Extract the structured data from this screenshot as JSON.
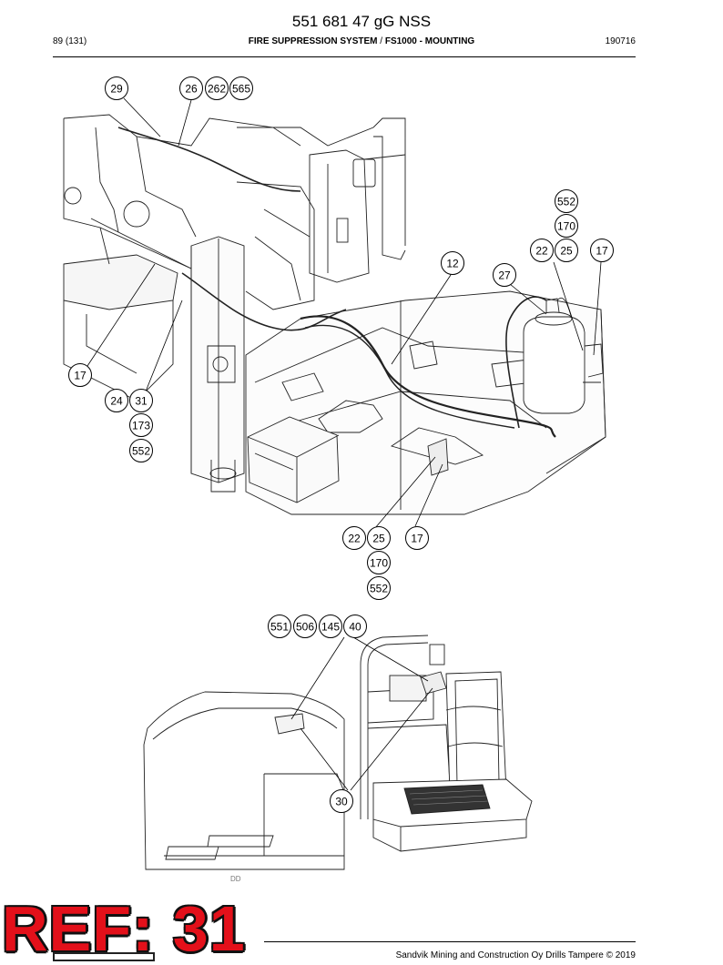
{
  "header": {
    "doc_number": "551 681 47 gG NSS",
    "page": "89 (131)",
    "section": "FIRE SUPPRESSION SYSTEM",
    "separator": " / ",
    "subsection": "FS1000 - MOUNTING",
    "date": "190716"
  },
  "callouts": [
    "29",
    "26",
    "262",
    "565",
    "552",
    "170",
    "22",
    "25",
    "17",
    "12",
    "27",
    "17",
    "24",
    "31",
    "173",
    "552",
    "22",
    "25",
    "17",
    "170",
    "552",
    "551",
    "506",
    "145",
    "40",
    "30"
  ],
  "drawing_label": "DD",
  "ref_stamp": "REF: 31",
  "footer": {
    "copyright": "Sandvik Mining and Construction Oy Drills Tampere © 2019"
  }
}
